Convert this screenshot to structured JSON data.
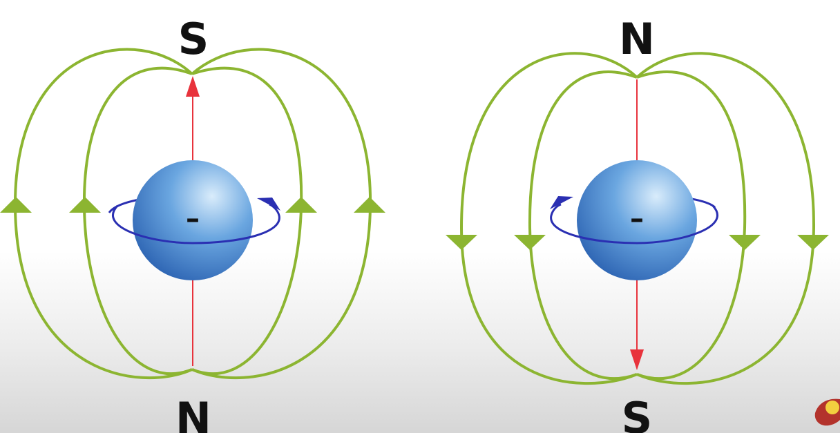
{
  "colors": {
    "field_line": "#8cb531",
    "spin_axis": "#e8333c",
    "rotation": "#2a2fb2",
    "sphere_light": "#d9ecfb",
    "sphere_mid": "#6aa6e0",
    "sphere_dark": "#2c63b2",
    "label": "#111111"
  },
  "electrons": [
    {
      "name": "left-electron",
      "top_pole": "S",
      "bottom_pole": "N",
      "charge_sign": "–",
      "spin_axis_direction": "up",
      "field_arrow_direction": "up",
      "rotation_arrow_side": "right"
    },
    {
      "name": "right-electron",
      "top_pole": "N",
      "bottom_pole": "S",
      "charge_sign": "–",
      "spin_axis_direction": "down",
      "field_arrow_direction": "down",
      "rotation_arrow_side": "left"
    }
  ],
  "corner_icon": "channel-logo-icon"
}
